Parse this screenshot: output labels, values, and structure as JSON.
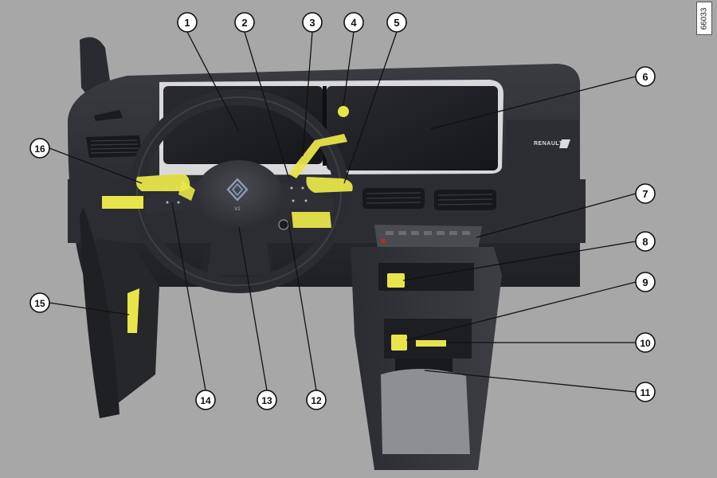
{
  "reference_code": "66033",
  "brand_label": "RENAULT",
  "highlight_color": "#e8e54a",
  "callouts": [
    {
      "label": "1"
    },
    {
      "label": "2"
    },
    {
      "label": "3"
    },
    {
      "label": "4"
    },
    {
      "label": "5"
    },
    {
      "label": "6"
    },
    {
      "label": "7"
    },
    {
      "label": "8"
    },
    {
      "label": "9"
    },
    {
      "label": "10"
    },
    {
      "label": "11"
    },
    {
      "label": "12"
    },
    {
      "label": "13"
    },
    {
      "label": "14"
    },
    {
      "label": "15"
    },
    {
      "label": "16"
    }
  ],
  "icons": [
    "renault-logo-icon",
    "steering-wheel-icon",
    "light-switch-icon",
    "engine-start-icon"
  ]
}
